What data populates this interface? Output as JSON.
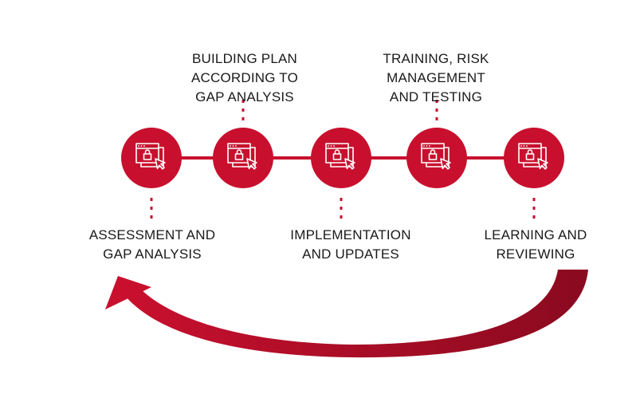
{
  "colors": {
    "node": "#c8102e",
    "connector": "#c8102e",
    "dots": "#c8102e",
    "arrow_light": "#c8102e",
    "arrow_dark": "#8a0a1f",
    "icon_stroke": "#ffffff",
    "text": "#1a1a1a"
  },
  "steps": [
    {
      "id": "assessment",
      "icon": "browser-window-lock-cursor-icon",
      "label_lines": [
        "ASSESSMENT AND",
        "GAP ANALYSIS"
      ]
    },
    {
      "id": "building-plan",
      "icon": "browser-window-lock-cursor-icon",
      "label_lines": [
        "BUILDING PLAN",
        "ACCORDING TO",
        "GAP ANALYSIS"
      ]
    },
    {
      "id": "implementation",
      "icon": "browser-window-lock-cursor-icon",
      "label_lines": [
        "IMPLEMENTATION",
        "AND UPDATES"
      ]
    },
    {
      "id": "training",
      "icon": "browser-window-lock-cursor-icon",
      "label_lines": [
        "TRAINING, RISK",
        "MANAGEMENT",
        "AND TESTING"
      ]
    },
    {
      "id": "learning",
      "icon": "browser-window-lock-cursor-icon",
      "label_lines": [
        "LEARNING AND",
        "REVIEWING"
      ]
    }
  ],
  "return_arrow": {
    "from": "learning",
    "to": "assessment",
    "icon": "curved-return-arrow-icon"
  }
}
